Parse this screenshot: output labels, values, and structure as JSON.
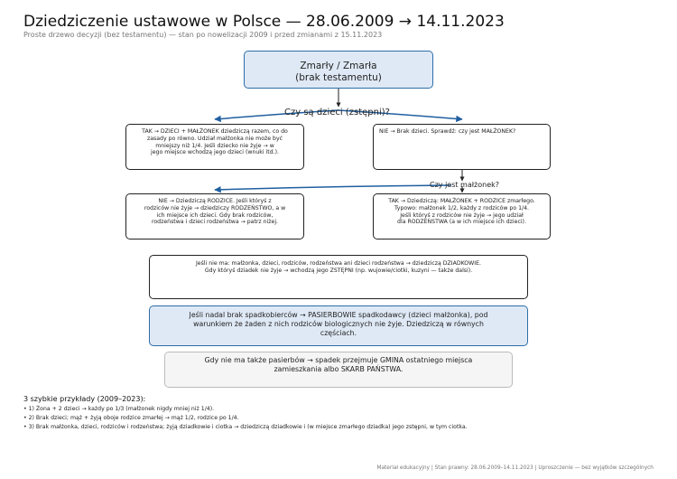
{
  "header": {
    "title": "Dziedziczenie ustawowe w Polsce — 28.06.2009 → 14.11.2023",
    "subtitle": "Proste drzewo decyzji (bez testamentu) — stan po nowelizacji 2009 i przed zmianami z 15.11.2023"
  },
  "diagram": {
    "root": "Zmarły / Zmarła\n(brak testamentu)",
    "question_children": "Czy są dzieci (zstępni)?",
    "question_spouse": "Czy jest małżonek?",
    "box_children_yes": "TAK → DZIECI + MAŁŻONEK dziedziczą razem, co do\nzasady po równo. Udział małżonka nie może być\nmniejszy niż 1/4. Jeśli dziecko nie żyje → w\njego miejsce wchodzą jego dzieci (wnuki itd.).",
    "box_children_no": "NIE → Brak dzieci. Sprawdź: czy jest MAŁŻONEK?",
    "box_spouse_no": "NIE → Dziedziczą RODZICE. Jeśli któryś z\nrodziców nie żyje → dziedziczy RODZEŃSTWO, a w\nich miejsce ich dzieci. Gdy brak rodziców,\nrodzeństwa i dzieci rodzeństwa → patrz niżej.",
    "box_spouse_yes": "TAK → Dziedziczą: MAŁŻONEK + RODZICE zmarłego.\nTypowo: małżonek 1/2, każdy z rodziców po 1/4.\nJeśli któryś z rodziców nie żyje → jego udział\ndla RODZEŃSTWA (a w ich miejsce ich dzieci).",
    "box_grandparents": "Jeśli nie ma: małżonka, dzieci, rodziców, rodzeństwa ani dzieci rodzeństwa → dziedziczą DZIADKOWIE.\nGdy któryś dziadek nie żyje → wchodzą jego ZSTĘPNI (np. wujowie/ciotki, kuzyni — także dalsi).",
    "box_stepchildren": "Jeśli nadal brak spadkobierców → PASIERBOWIE spadkodawcy (dzieci małżonka), pod\nwarunkiem że żaden z nich rodziców biologicznych nie żyje. Dziedziczą w równych\nczęściach.",
    "box_state": "Gdy nie ma także pasierbów → spadek przejmuje GMINA ostatniego miejsca\nzamieszkania albo SKARB PAŃSTWA."
  },
  "examples": {
    "heading": "3 szybkie przykłady (2009–2023):",
    "items": [
      "• 1) Żona + 2 dzieci → każdy po 1/3 (małżonek nigdy mniej niż 1/4).",
      "• 2) Brak dzieci; mąż + żyją oboje rodzice zmarłej → mąż 1/2, rodzice po 1/4.",
      "• 3) Brak małżonka, dzieci, rodziców i rodzeństwa; żyją dziadkowie i ciotka → dziedziczą dziadkowie i (w miejsce zmarłego dziadka) jego zstępni, w tym ciotka."
    ]
  },
  "footer": "Materiał edukacyjny | Stan prawny: 28.06.2009–14.11.2023 | Uproszczenie — bez wyjątków szczególnych",
  "colors": {
    "accent_blue": "#2d6ea8",
    "highlight_fill": "#dfe9f5",
    "muted_fill": "#f5f5f5"
  }
}
